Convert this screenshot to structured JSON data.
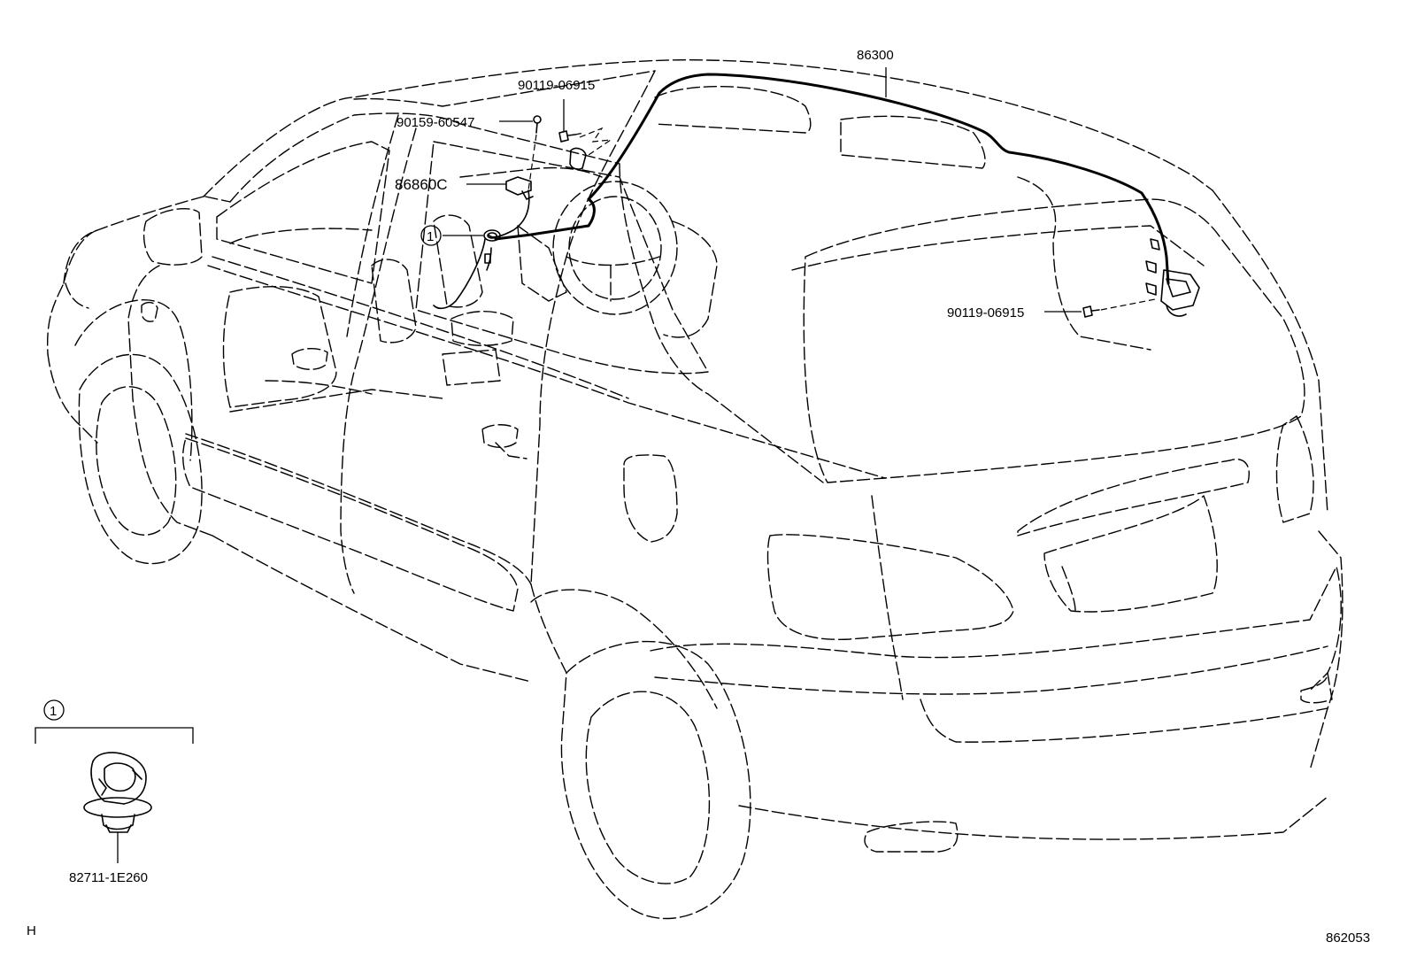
{
  "diagram": {
    "part_labels": {
      "antenna_cord": "86300",
      "bolt_upper": "90119-06915",
      "screw_upper": "90159-60547",
      "antenna_base": "86860C",
      "bolt_rear": "90119-06915",
      "clamp": "82711-1E260"
    },
    "callout_number": "1",
    "detail_callout_number": "1",
    "corner_code_left": "H",
    "illustration_code": "862053"
  }
}
